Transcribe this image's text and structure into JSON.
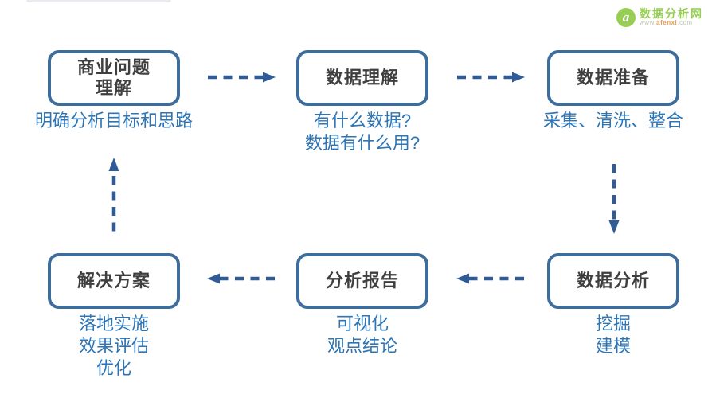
{
  "colors": {
    "box_border": "#3E6D9C",
    "box_title": "#3F3F3F",
    "subtitle": "#2E75B6",
    "arrow": "#2F5B97",
    "logo_green": "#97CE53",
    "logo_orange": "#F09A4E",
    "logo_gray": "#BFC5AD"
  },
  "header": {
    "logo": {
      "icon_letter": "a",
      "site_name": "数据分析网",
      "url_www": "www.",
      "url_domain": "afenxi",
      "url_tld": ".com"
    }
  },
  "flow": {
    "nodes": [
      {
        "id": "business-problem-understanding",
        "title_lines": [
          "商业问题",
          "理解"
        ],
        "subtitle_lines": [
          "明确分析目标和思路"
        ]
      },
      {
        "id": "data-understanding",
        "title_lines": [
          "数据理解"
        ],
        "subtitle_lines": [
          "有什么数据?",
          "数据有什么用?"
        ]
      },
      {
        "id": "data-preparation",
        "title_lines": [
          "数据准备"
        ],
        "subtitle_lines": [
          "采集、清洗、整合"
        ]
      },
      {
        "id": "data-analysis",
        "title_lines": [
          "数据分析"
        ],
        "subtitle_lines": [
          "挖掘",
          "建模"
        ]
      },
      {
        "id": "analysis-report",
        "title_lines": [
          "分析报告"
        ],
        "subtitle_lines": [
          "可视化",
          "观点结论"
        ]
      },
      {
        "id": "solution",
        "title_lines": [
          "解决方案"
        ],
        "subtitle_lines": [
          "落地实施",
          "效果评估",
          "优化"
        ]
      }
    ]
  }
}
